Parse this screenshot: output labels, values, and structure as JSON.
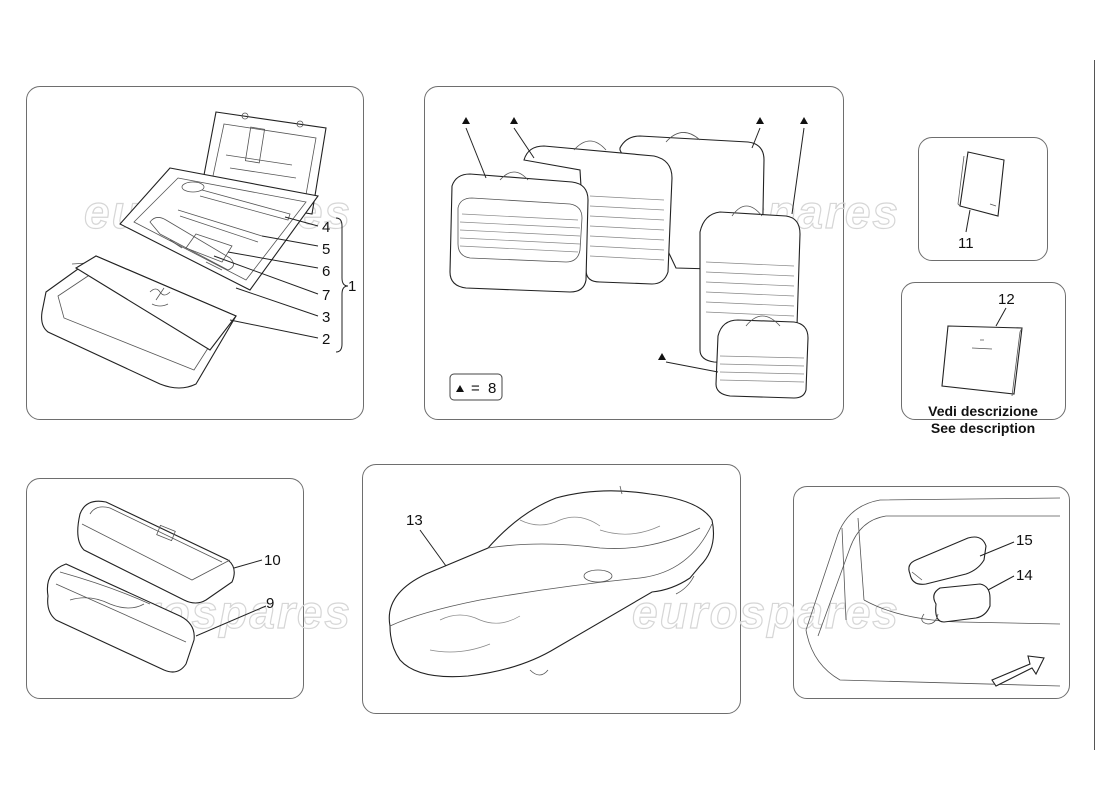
{
  "watermark": "eurospares",
  "panels": {
    "toolkit": {
      "labels": [
        "4",
        "5",
        "6",
        "7",
        "3",
        "2"
      ],
      "group_label": "1"
    },
    "luggage": {
      "legend_value": "8"
    },
    "manual": {
      "label": "11"
    },
    "description": {
      "label": "12",
      "note_it": "Vedi descrizione",
      "note_en": "See description"
    },
    "bags": {
      "labels": [
        "10",
        "9"
      ]
    },
    "car_cover": {
      "label": "13"
    },
    "trunk": {
      "labels": [
        "15",
        "14"
      ]
    }
  }
}
